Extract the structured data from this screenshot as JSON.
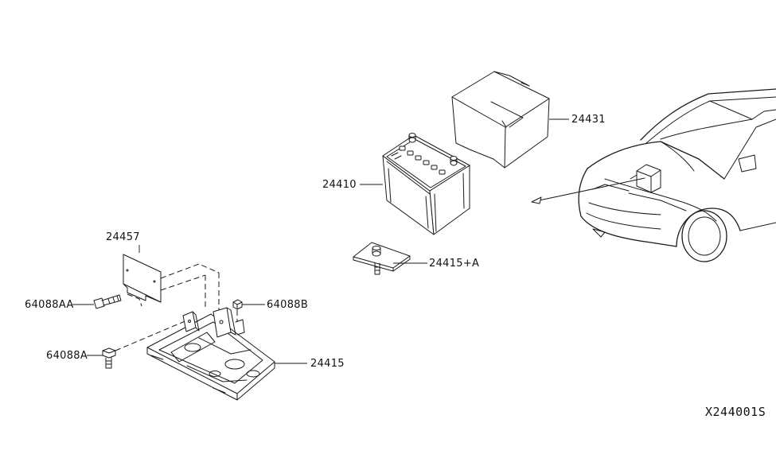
{
  "colors": {
    "line": "#1a1a1a",
    "background": "#ffffff"
  },
  "labels": {
    "cover": "24431",
    "battery": "24410",
    "bracket": "24415+A",
    "plate": "24457",
    "bolt_aa": "64088AA",
    "nut_b": "64088B",
    "bolt_a": "64088A",
    "tray": "24415"
  },
  "diagram_code": "X244001S"
}
